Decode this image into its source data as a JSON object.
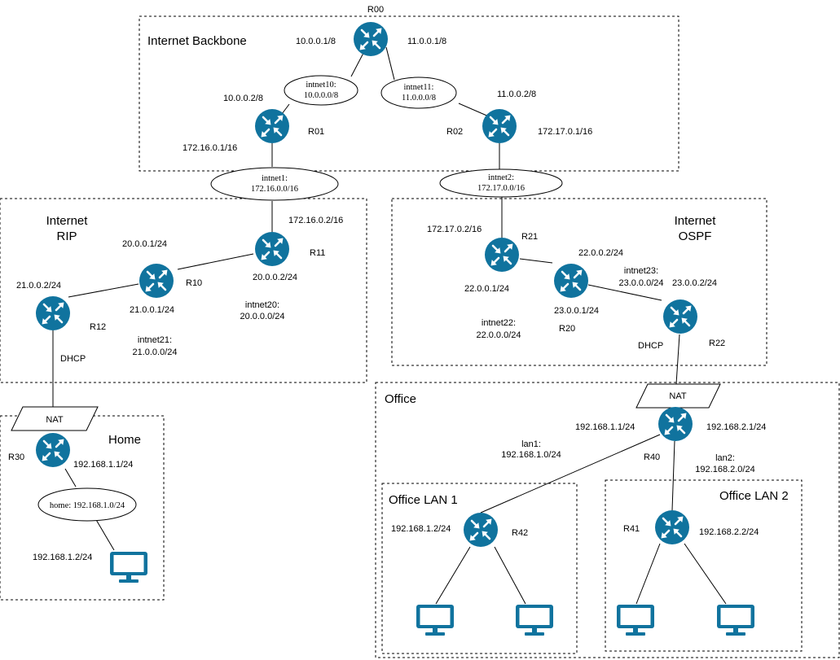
{
  "zones": {
    "internet_backbone": "Internet Backbone",
    "internet_rip": [
      "Internet",
      "RIP"
    ],
    "internet_ospf": [
      "Internet",
      "OSPF"
    ],
    "home": "Home",
    "office": "Office",
    "office_lan1": "Office LAN 1",
    "office_lan2": "Office LAN 2"
  },
  "routers": {
    "r00": "R00",
    "r01": "R01",
    "r02": "R02",
    "r10": "R10",
    "r11": "R11",
    "r12": "R12",
    "r20": "R20",
    "r21": "R21",
    "r22": "R22",
    "r30": "R30",
    "r40": "R40",
    "r41": "R41",
    "r42": "R42"
  },
  "networks": {
    "intnet10": [
      "intnet10:",
      "10.0.0.0/8"
    ],
    "intnet11": [
      "intnet11:",
      "11.0.0.0/8"
    ],
    "intnet1": [
      "intnet1:",
      "172.16.0.0/16"
    ],
    "intnet2": [
      "intnet2:",
      "172.17.0.0/16"
    ],
    "home": "home: 192.168.1.0/24",
    "intnet20": [
      "intnet20:",
      "20.0.0.0/24"
    ],
    "intnet21": [
      "intnet21:",
      "21.0.0.0/24"
    ],
    "intnet22": [
      "intnet22:",
      "22.0.0.0/24"
    ],
    "intnet23": [
      "intnet23:",
      "23.0.0.0/24"
    ],
    "lan1": [
      "lan1:",
      "192.168.1.0/24"
    ],
    "lan2": [
      "lan2:",
      "192.168.2.0/24"
    ]
  },
  "addresses": {
    "r00_a": "10.0.0.1/8",
    "r00_b": "11.0.0.1/8",
    "r01_a": "10.0.0.2/8",
    "r01_b": "172.16.0.1/16",
    "r02_a": "11.0.0.2/8",
    "r02_b": "172.17.0.1/16",
    "r11_a": "172.16.0.2/16",
    "r11_b": "20.0.0.2/24",
    "r10_a": "20.0.0.1/24",
    "r10_b": "21.0.0.1/24",
    "r12_a": "21.0.0.2/24",
    "r21_a": "172.17.0.2/16",
    "r21_b": "22.0.0.1/24",
    "r20_a": "22.0.0.2/24",
    "r20_b": "23.0.0.1/24",
    "r22_a": "23.0.0.2/24",
    "r30_a": "192.168.1.1/24",
    "home_pc": "192.168.1.2/24",
    "r40_a": "192.168.1.1/24",
    "r40_b": "192.168.2.1/24",
    "r42_a": "192.168.1.2/24",
    "r41_a": "192.168.2.2/24"
  },
  "nat_labels": {
    "home": "NAT",
    "office": "NAT"
  },
  "dhcp_labels": {
    "r12": "DHCP",
    "r22": "DHCP"
  },
  "colors": {
    "router_fill": "#10739e",
    "router_stroke": "#ffffff",
    "monitor": "#10739e"
  }
}
